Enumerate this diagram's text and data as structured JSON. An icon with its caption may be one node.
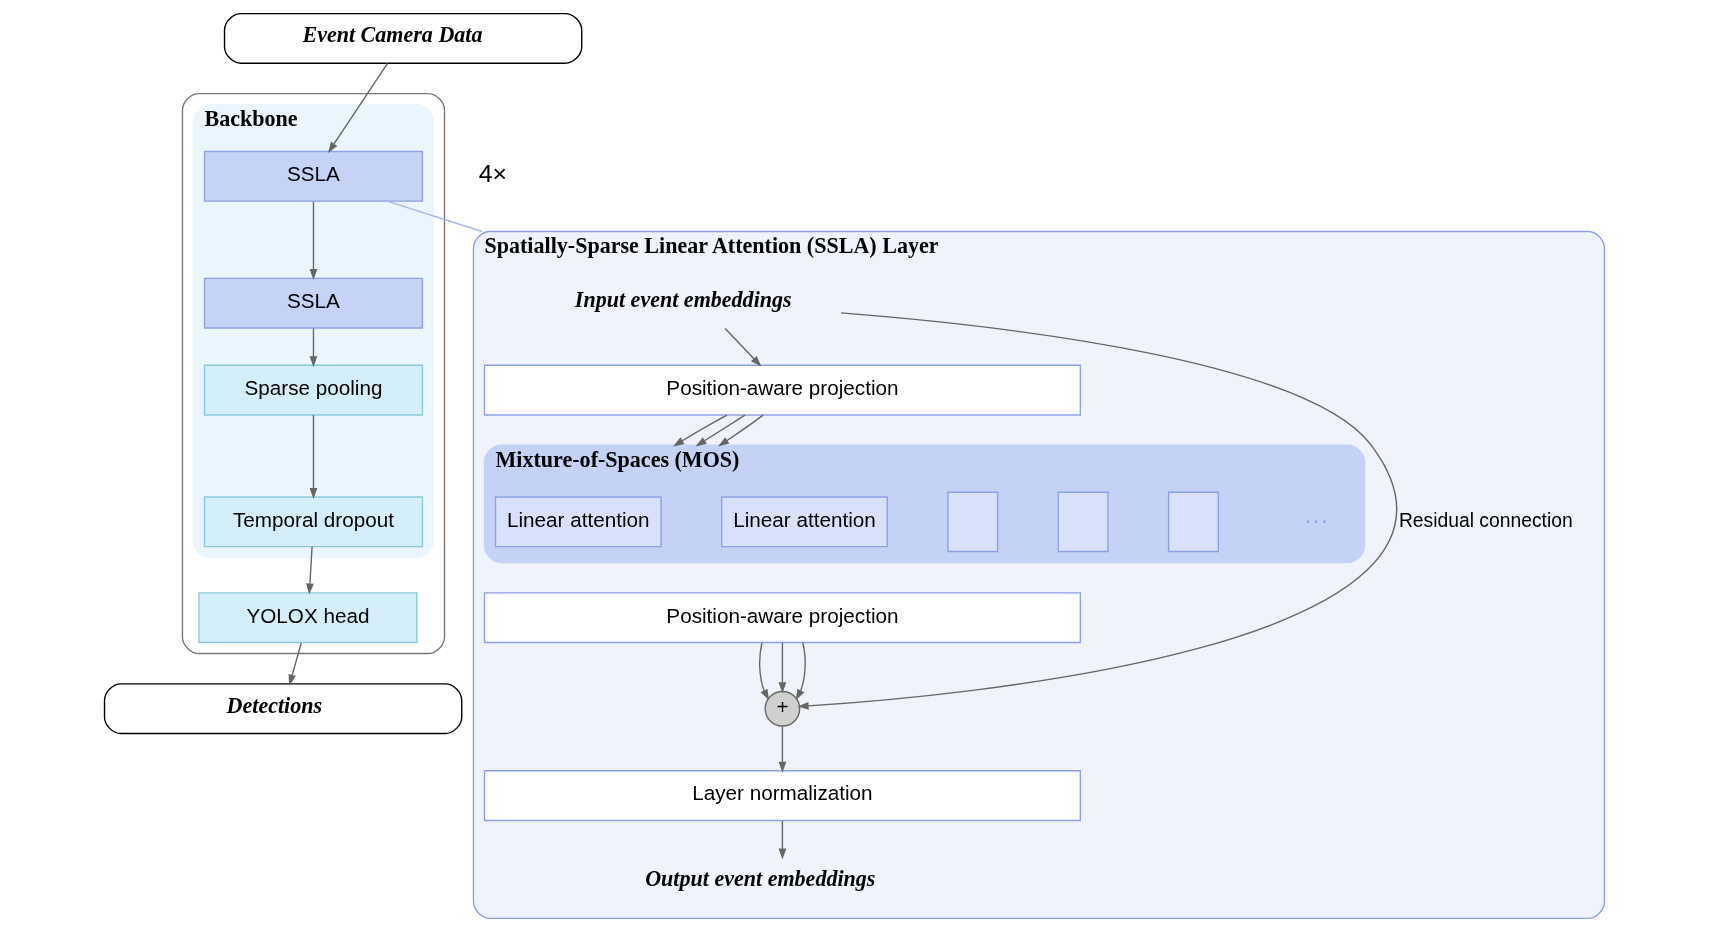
{
  "diagram": {
    "nodes": [
      {
        "text": [
          "Event Camera Data"
        ]
      },
      {
        "text": [],
        "shape": "box"
      },
      {
        "text": [
          "Backbone"
        ],
        "in": 1
      },
      {
        "text": [
          "SSLA"
        ],
        "in": 2
      },
      {
        "text": [
          "SSLA"
        ],
        "in": 2
      },
      {
        "text": [
          "Sparse pooling"
        ],
        "in": 2
      },
      {
        "text": [
          "Temporal dropout"
        ],
        "in": 2
      },
      {
        "text": [
          "YOLOX head"
        ],
        "in": 1
      },
      {
        "text": [
          "Detections"
        ]
      },
      {
        "text": [
          "Spatially-Sparse Linear Attention (SSLA) Layer"
        ]
      },
      {
        "text": [
          "Input event embeddings"
        ],
        "in": 9
      },
      {
        "text": [
          "Position-aware projection"
        ],
        "in": 9
      },
      {
        "text": [
          "Mixture-of-Spaces (MOS)"
        ],
        "in": 9
      },
      {
        "text": [
          "Linear attention"
        ],
        "in": 12
      },
      {
        "text": [
          "Linear attention"
        ],
        "in": 12
      },
      {
        "text": [],
        "shape": "box",
        "in": 12
      },
      {
        "text": [],
        "shape": "box",
        "in": 12
      },
      {
        "text": [],
        "shape": "box",
        "in": 12
      },
      {
        "text": [
          "Position-aware projection"
        ],
        "in": 9
      },
      {
        "text": [
          "+"
        ],
        "in": 9
      },
      {
        "text": [
          "Layer normalization"
        ],
        "in": 9
      },
      {
        "text": [
          "Output event embeddings"
        ],
        "in": 9
      }
    ],
    "edges": [
      {
        "from": 0,
        "to": 3,
        "arrow": "to"
      },
      {
        "from": 3,
        "to": 4,
        "arrow": "to"
      },
      {
        "from": 4,
        "to": 5,
        "arrow": "to"
      },
      {
        "from": 5,
        "to": 6,
        "arrow": "to"
      },
      {
        "from": 6,
        "to": 7,
        "arrow": "to"
      },
      {
        "from": 7,
        "to": 8,
        "arrow": "to"
      },
      {
        "from": 3,
        "to": 9,
        "arrow": "none",
        "color": "#a9b6ee"
      },
      {
        "from": 10,
        "to": 11,
        "arrow": "to"
      },
      {
        "from": 10,
        "to": 19,
        "arrow": "to",
        "label": "Residual connection"
      },
      {
        "from": 11,
        "to": 12,
        "arrow": "to"
      },
      {
        "from": 11,
        "to": 12,
        "arrow": "to"
      },
      {
        "from": 11,
        "to": 12,
        "arrow": "to"
      },
      {
        "from": 18,
        "to": 19,
        "arrow": "to"
      },
      {
        "from": 18,
        "to": 19,
        "arrow": "to"
      },
      {
        "from": 18,
        "to": 19,
        "arrow": "to"
      },
      {
        "from": 19,
        "to": 20,
        "arrow": "to"
      },
      {
        "from": 20,
        "to": 21,
        "arrow": "to"
      }
    ],
    "labels": [
      "4×",
      "···"
    ]
  }
}
